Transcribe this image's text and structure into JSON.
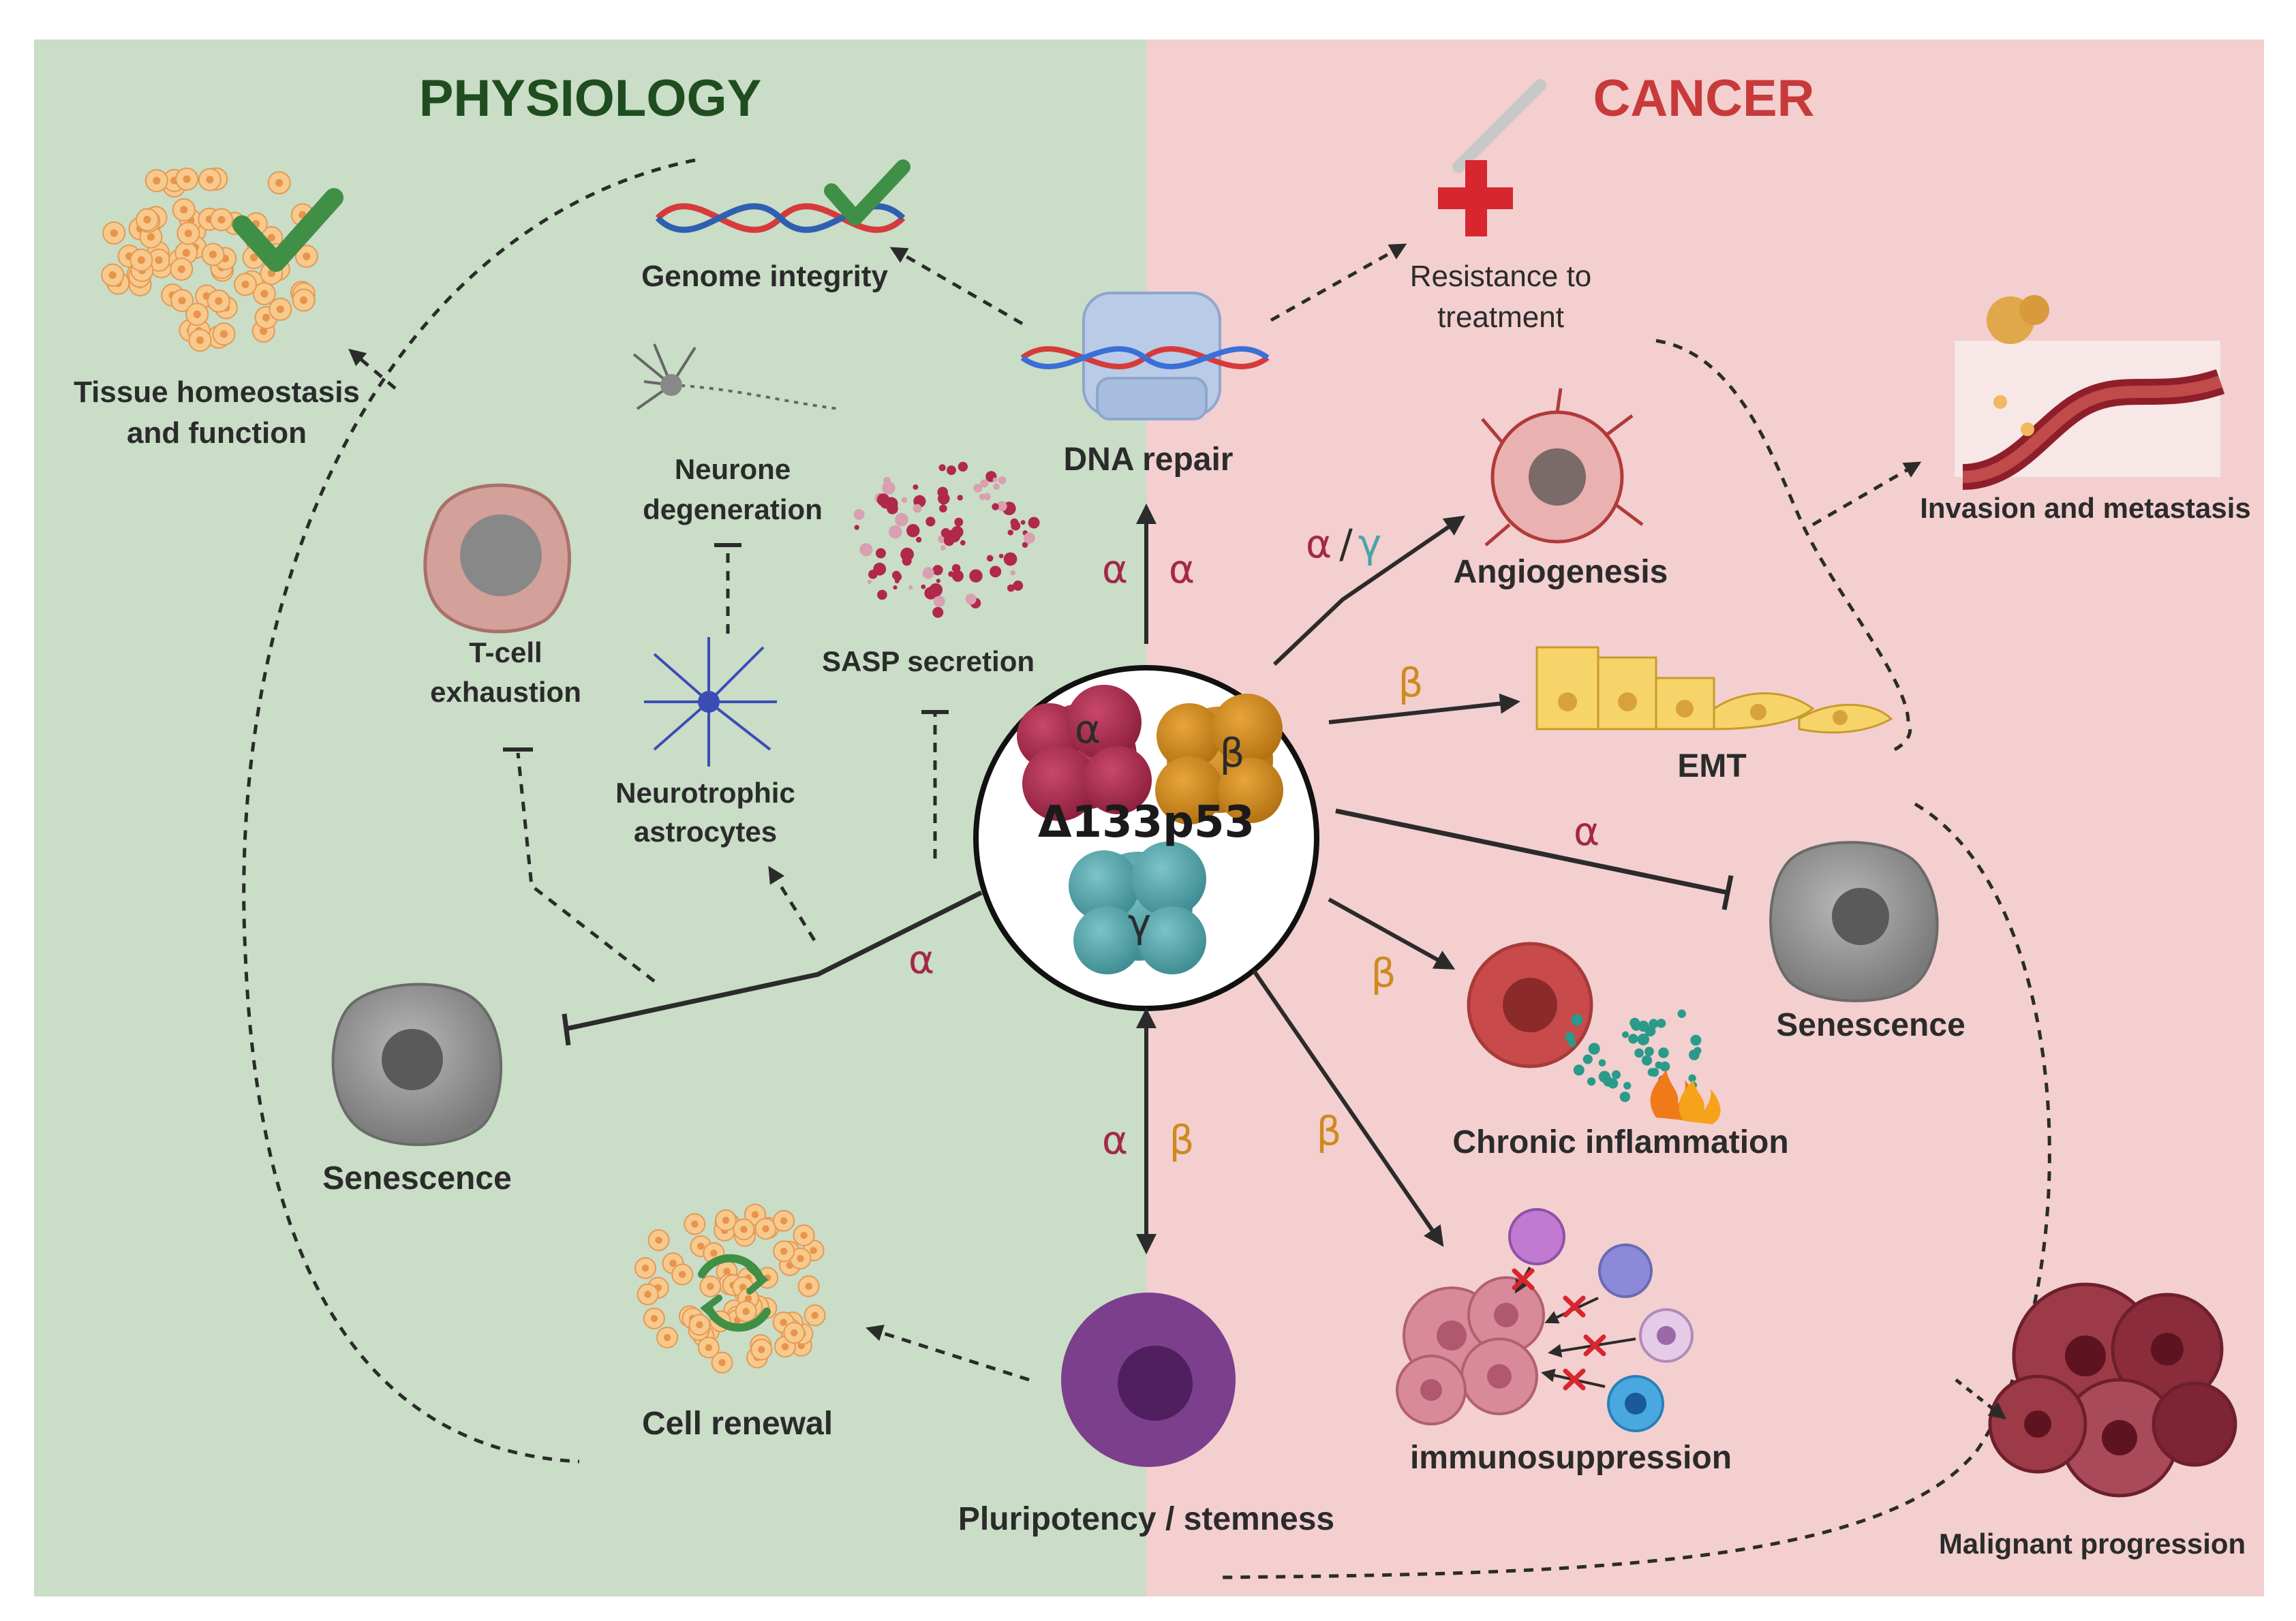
{
  "titles": {
    "physiology": "PHYSIOLOGY",
    "cancer": "CANCER"
  },
  "colors": {
    "physiology_bg": "#c9ddc7",
    "cancer_bg": "#f3cfcf",
    "physiology_title": "#1f4d1f",
    "cancer_title": "#c83a3a",
    "alpha": "#a3284a",
    "beta": "#cf8a1f",
    "gamma": "#4aa3a8"
  },
  "center": {
    "label": "Δ133p53",
    "alpha": "α",
    "beta": "β",
    "gamma": "γ"
  },
  "physiology": {
    "tissue": [
      "Tissue homeostasis",
      "and function"
    ],
    "genome": "Genome integrity",
    "neurone": [
      "Neurone",
      "degeneration"
    ],
    "tcell": [
      "T-cell",
      "exhaustion"
    ],
    "sasp": "SASP secretion",
    "astro": [
      "Neurotrophic",
      "astrocytes"
    ],
    "senescence": "Senescence",
    "renewal": "Cell renewal"
  },
  "shared": {
    "dna_repair": "DNA repair",
    "pluripotency": "Pluripotency / stemness"
  },
  "cancer": {
    "resistance": [
      "Resistance to",
      "treatment"
    ],
    "invasion": "Invasion and metastasis",
    "angio": "Angiogenesis",
    "emt": "EMT",
    "senescence": "Senescence",
    "inflammation": "Chronic inflammation",
    "immuno": "immunosuppression",
    "malignant": "Malignant progression"
  },
  "edges": {
    "dna_a1": "α",
    "dna_a2": "α",
    "angio_a": "α",
    "angio_slash": "/",
    "angio_g": "γ",
    "emt_b": "β",
    "sen_a": "α",
    "infl_b": "β",
    "immuno_b": "β",
    "phys_sen_a": "α",
    "stem_a": "α",
    "stem_b": "β"
  }
}
